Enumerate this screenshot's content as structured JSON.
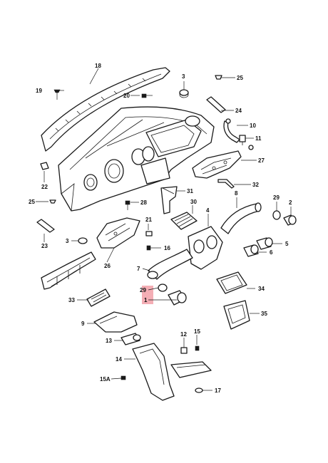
{
  "callouts": [
    {
      "id": "c1",
      "label": "1"
    },
    {
      "id": "c2",
      "label": "2"
    },
    {
      "id": "c3a",
      "label": "3"
    },
    {
      "id": "c3b",
      "label": "3"
    },
    {
      "id": "c4",
      "label": "4"
    },
    {
      "id": "c5",
      "label": "5"
    },
    {
      "id": "c6",
      "label": "6"
    },
    {
      "id": "c7",
      "label": "7"
    },
    {
      "id": "c8",
      "label": "8"
    },
    {
      "id": "c9",
      "label": "9"
    },
    {
      "id": "c10",
      "label": "10"
    },
    {
      "id": "c11",
      "label": "11"
    },
    {
      "id": "c12",
      "label": "12"
    },
    {
      "id": "c13",
      "label": "13"
    },
    {
      "id": "c14",
      "label": "14"
    },
    {
      "id": "c15",
      "label": "15"
    },
    {
      "id": "c15a",
      "label": "15A"
    },
    {
      "id": "c16",
      "label": "16"
    },
    {
      "id": "c17",
      "label": "17"
    },
    {
      "id": "c18",
      "label": "18"
    },
    {
      "id": "c19",
      "label": "19"
    },
    {
      "id": "c20",
      "label": "20"
    },
    {
      "id": "c21",
      "label": "21"
    },
    {
      "id": "c22",
      "label": "22"
    },
    {
      "id": "c23",
      "label": "23"
    },
    {
      "id": "c24",
      "label": "24"
    },
    {
      "id": "c25a",
      "label": "25"
    },
    {
      "id": "c25b",
      "label": "25"
    },
    {
      "id": "c26",
      "label": "26"
    },
    {
      "id": "c27",
      "label": "27"
    },
    {
      "id": "c28",
      "label": "28"
    },
    {
      "id": "c29a",
      "label": "29"
    },
    {
      "id": "c29b",
      "label": "29"
    },
    {
      "id": "c30",
      "label": "30"
    },
    {
      "id": "c31",
      "label": "31"
    },
    {
      "id": "c32",
      "label": "32"
    },
    {
      "id": "c33",
      "label": "33"
    },
    {
      "id": "c34",
      "label": "34"
    },
    {
      "id": "c35",
      "label": "35"
    }
  ],
  "highlight": {
    "color": "#f2a0a8",
    "callout": "1"
  }
}
